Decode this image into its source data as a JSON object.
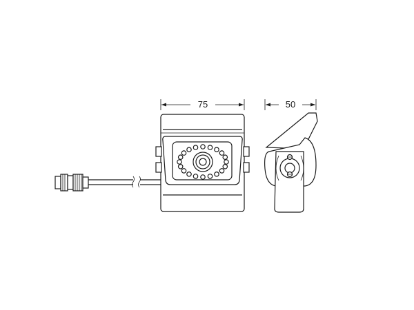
{
  "dimensions": {
    "width_label": "75",
    "depth_label": "50"
  },
  "colors": {
    "line": "#1a1a1a",
    "background": "#ffffff"
  },
  "icons": {
    "cable_break": "break-symbol-icon",
    "connector": "connector-plug-icon",
    "lens": "camera-lens-icon",
    "ir_led": "ir-led-icon"
  },
  "ir_led_count": 20
}
